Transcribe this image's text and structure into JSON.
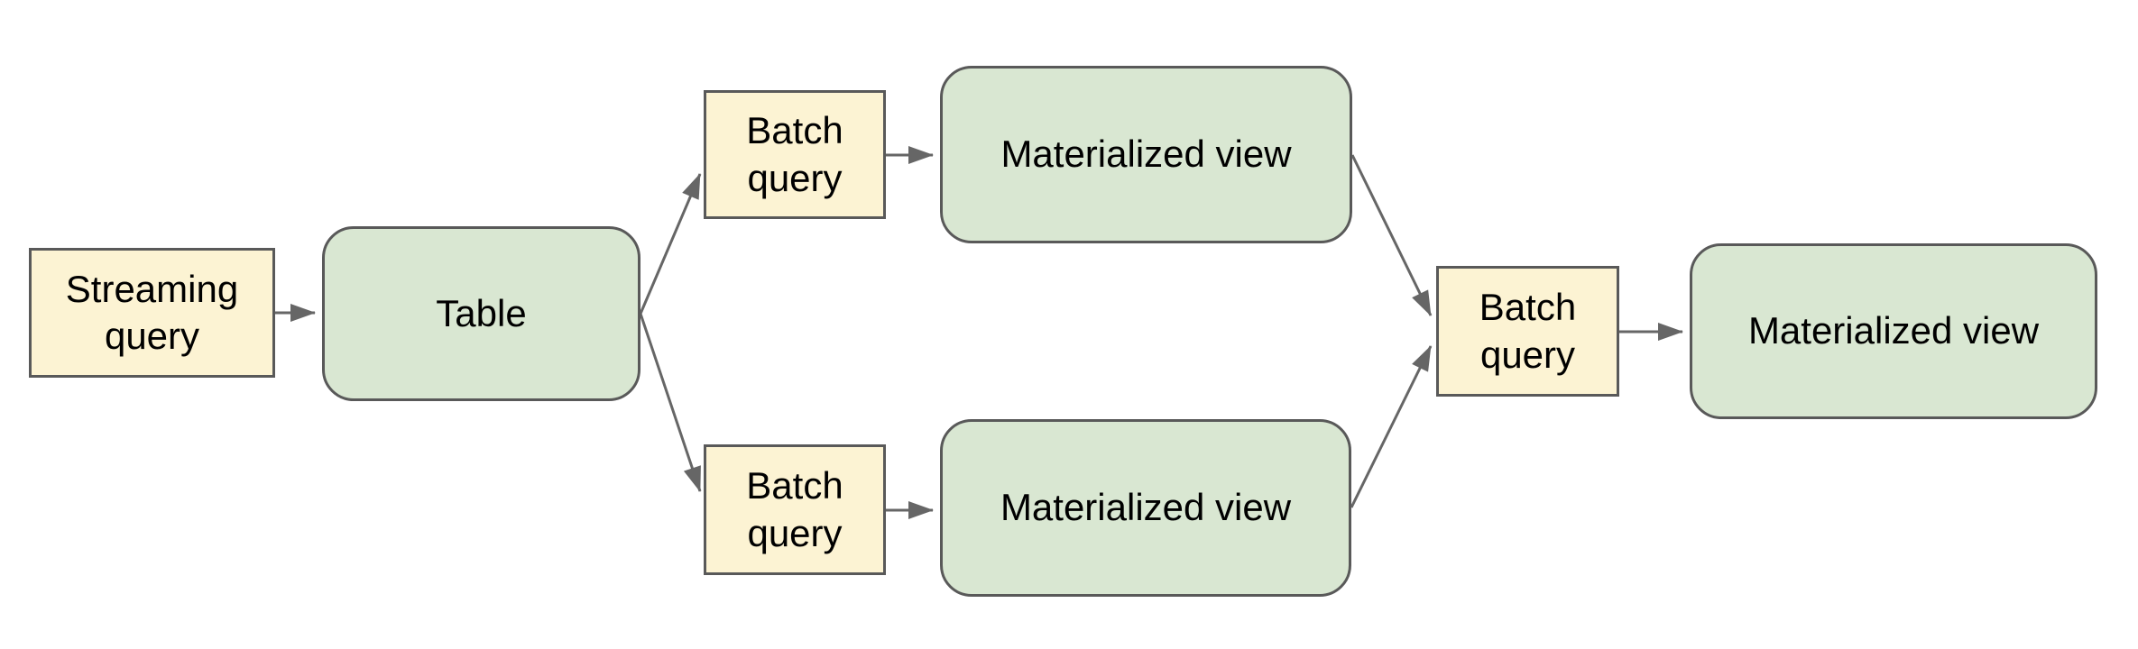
{
  "diagram": {
    "nodes": [
      {
        "id": "streaming-query",
        "label": "Streaming query",
        "shape": "rectangle",
        "role": "query"
      },
      {
        "id": "table",
        "label": "Table",
        "shape": "rounded-rectangle",
        "role": "table"
      },
      {
        "id": "batch-query-top",
        "label": "Batch query",
        "shape": "rectangle",
        "role": "query"
      },
      {
        "id": "materialized-view-top",
        "label": "Materialized view",
        "shape": "rounded-rectangle",
        "role": "view"
      },
      {
        "id": "batch-query-bottom",
        "label": "Batch query",
        "shape": "rectangle",
        "role": "query"
      },
      {
        "id": "materialized-view-bottom",
        "label": "Materialized view",
        "shape": "rounded-rectangle",
        "role": "view"
      },
      {
        "id": "batch-query-right",
        "label": "Batch query",
        "shape": "rectangle",
        "role": "query"
      },
      {
        "id": "materialized-view-final",
        "label": "Materialized view",
        "shape": "rounded-rectangle",
        "role": "view"
      }
    ],
    "edges": [
      {
        "from": "streaming-query",
        "to": "table"
      },
      {
        "from": "table",
        "to": "batch-query-top"
      },
      {
        "from": "table",
        "to": "batch-query-bottom"
      },
      {
        "from": "batch-query-top",
        "to": "materialized-view-top"
      },
      {
        "from": "batch-query-bottom",
        "to": "materialized-view-bottom"
      },
      {
        "from": "materialized-view-top",
        "to": "batch-query-right"
      },
      {
        "from": "materialized-view-bottom",
        "to": "batch-query-right"
      },
      {
        "from": "batch-query-right",
        "to": "materialized-view-final"
      }
    ],
    "colors": {
      "query_fill": "#fcf3d3",
      "view_fill": "#d9e7d2",
      "shape_border": "#595959",
      "arrow": "#666666",
      "background": "#ffffff",
      "text": "#000000"
    }
  }
}
